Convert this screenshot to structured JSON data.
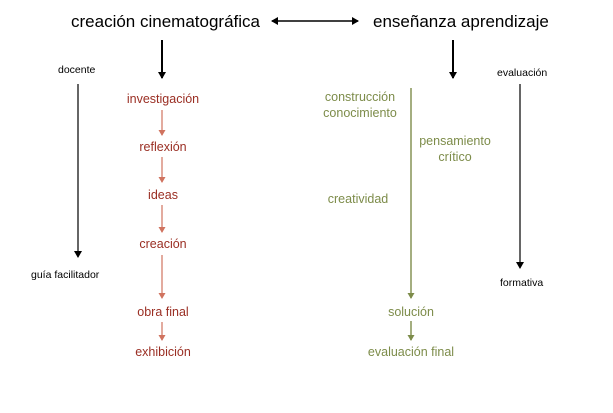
{
  "diagram": {
    "titles": {
      "left": "creación cinematográfica",
      "right": "enseñanza aprendizaje"
    },
    "left_side_label_top": "docente",
    "left_side_label_bottom": "guía facilitador",
    "right_side_label_top": "evaluación",
    "right_side_label_bottom": "formativa",
    "creation_steps": [
      "investigación",
      "reflexión",
      "ideas",
      "creación",
      "obra final",
      "exhibición"
    ],
    "learning_nodes": {
      "construction_line1": "construcción",
      "construction_line2": "conocimiento",
      "critical_line1": "pensamiento",
      "critical_line2": "crítico",
      "creativity": "creatividad",
      "solution": "solución",
      "final_evaluation": "evaluación final"
    },
    "colors": {
      "black": "#000000",
      "red_text": "#9a2e23",
      "red_arrow": "#d0735f",
      "green": "#7d8c4a"
    }
  }
}
